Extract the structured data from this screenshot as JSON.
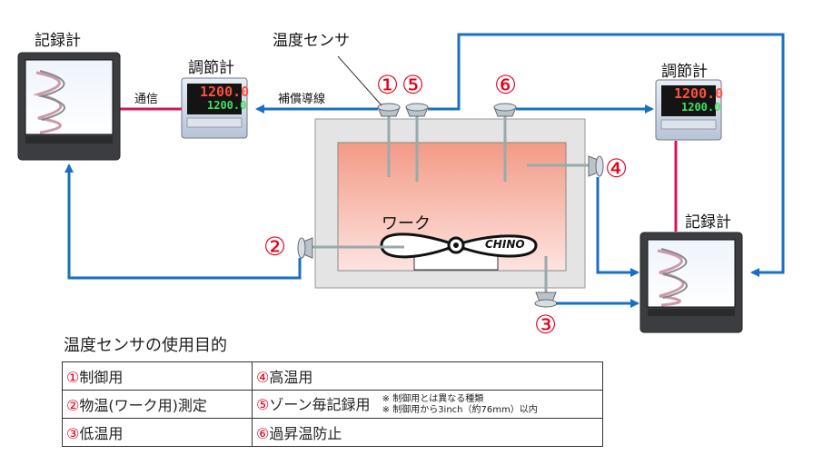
{
  "labels": {
    "recorder_left": "記録計",
    "controller_left": "調節計",
    "sensor": "温度センサ",
    "comm": "通信",
    "compensating_wire": "補償導線",
    "controller_right": "調節計",
    "recorder_right": "記録計",
    "work": "ワーク",
    "brand": "CHINO"
  },
  "display": {
    "controller_pv": "1200.0",
    "controller_sv": "1200.0"
  },
  "markers": {
    "m1": "①",
    "m2": "②",
    "m3": "③",
    "m4": "④",
    "m5": "⑤",
    "m6": "⑥"
  },
  "purpose": {
    "title": "温度センサの使用目的",
    "rows": [
      {
        "left_num": "①",
        "left_text": "制御用",
        "right_num": "④",
        "right_text": "高温用"
      },
      {
        "left_num": "②",
        "left_text": "物温(ワーク用)測定",
        "right_num": "⑤",
        "right_text": "ゾーン毎記録用",
        "note1": "※ 制御用とは異なる種類",
        "note2": "※ 制御用から3inch（約76mm）以内"
      },
      {
        "left_num": "③",
        "left_text": "低温用",
        "right_num": "⑥",
        "right_text": "過昇温防止"
      }
    ]
  },
  "colors": {
    "blue": "#1a6fc2",
    "red": "#d4145a",
    "accent_red": "#e2001a"
  }
}
